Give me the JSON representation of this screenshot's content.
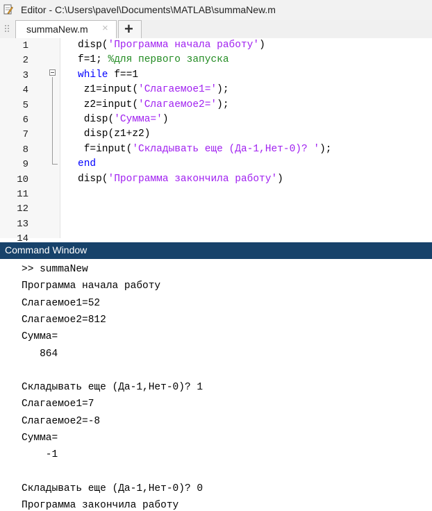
{
  "window": {
    "title": "Editor - C:\\Users\\pavel\\Documents\\MATLAB\\summaNew.m"
  },
  "tabs": {
    "active_label": "summaNew.m",
    "close_glyph": "×",
    "add_glyph": "+"
  },
  "editor": {
    "line_numbers": [
      "1",
      "2",
      "3",
      "4",
      "5",
      "6",
      "7",
      "8",
      "9",
      "10",
      "11",
      "12",
      "13",
      "14"
    ],
    "lines": [
      [
        {
          "t": "disp(",
          "c": "plain"
        },
        {
          "t": "'Программа начала работу'",
          "c": "str"
        },
        {
          "t": ")",
          "c": "plain"
        }
      ],
      [
        {
          "t": "f=1; ",
          "c": "plain"
        },
        {
          "t": "%для первого запуска",
          "c": "cmt"
        }
      ],
      [
        {
          "t": "while",
          "c": "kw"
        },
        {
          "t": " f==1",
          "c": "plain"
        }
      ],
      [
        {
          "t": " z1=input(",
          "c": "plain"
        },
        {
          "t": "'Слагаемое1='",
          "c": "str"
        },
        {
          "t": ");",
          "c": "plain"
        }
      ],
      [
        {
          "t": " z2=input(",
          "c": "plain"
        },
        {
          "t": "'Слагаемое2='",
          "c": "str"
        },
        {
          "t": ");",
          "c": "plain"
        }
      ],
      [
        {
          "t": " disp(",
          "c": "plain"
        },
        {
          "t": "'Сумма='",
          "c": "str"
        },
        {
          "t": ")",
          "c": "plain"
        }
      ],
      [
        {
          "t": " disp(z1+z2)",
          "c": "plain"
        }
      ],
      [
        {
          "t": " f=input(",
          "c": "plain"
        },
        {
          "t": "'Складывать еще (Да-1,Нет-0)? '",
          "c": "str"
        },
        {
          "t": ");",
          "c": "plain"
        }
      ],
      [
        {
          "t": "end",
          "c": "kw"
        }
      ],
      [
        {
          "t": "disp(",
          "c": "plain"
        },
        {
          "t": "'Программа закончила работу'",
          "c": "str"
        },
        {
          "t": ")",
          "c": "plain"
        }
      ],
      [],
      [],
      [],
      []
    ]
  },
  "command_window": {
    "title": "Command Window",
    "lines": [
      ">> summaNew",
      "Программа начала работу",
      "Слагаемое1=52",
      "Слагаемое2=812",
      "Сумма=",
      "   864",
      "",
      "Складывать еще (Да-1,Нет-0)? 1",
      "Слагаемое1=7",
      "Слагаемое2=-8",
      "Сумма=",
      "    -1",
      "",
      "Складывать еще (Да-1,Нет-0)? 0",
      "Программа закончила работу"
    ]
  },
  "icons": {
    "title_icon": "document-pen-icon",
    "fold_icon": "fold-minus-icon"
  },
  "colors": {
    "keyword": "#0000ff",
    "string": "#a020f0",
    "comment": "#228b22",
    "command_header": "#17426a"
  }
}
